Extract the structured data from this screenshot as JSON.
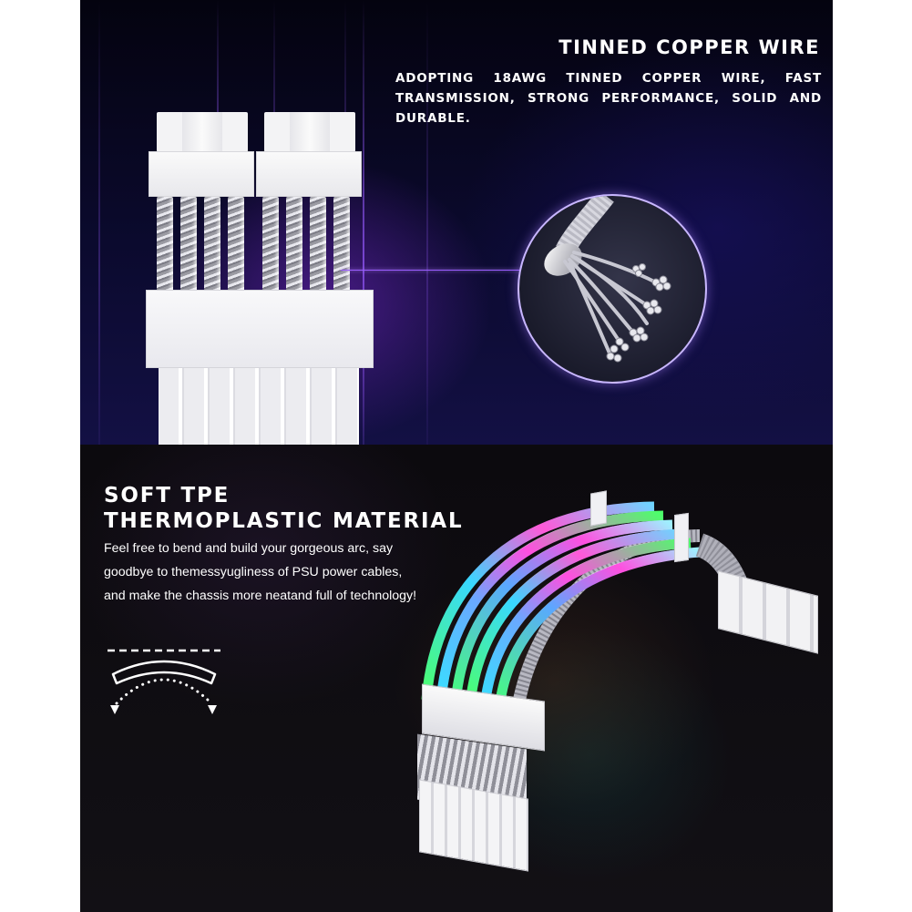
{
  "section_top": {
    "title": "TINNED COPPER WIRE",
    "description": "ADOPTING 18AWG TINNED COPPER WIRE, FAST TRANSMISSION, STRONG PERFORMANCE, SOLID AND DURABLE.",
    "image_subject": "psu-cable-connector-braided-wires",
    "detail_callout": "tinned-copper-strands-closeup",
    "colors": {
      "background": "#0b0a2e",
      "accent_line": "#9a5cff",
      "text": "#ffffff"
    }
  },
  "section_bottom": {
    "heading_line1": "SOFT TPE",
    "heading_line2": "THERMOPLASTIC MATERIAL",
    "body_line1": "Feel free to bend and build your gorgeous arc, say",
    "body_line2": "goodbye to themessyugliness of PSU power cables,",
    "body_line3": "and make the chassis more neatand full of technology!",
    "icon": "bend-arc-icon",
    "image_subject": "rgb-arc-extension-cable",
    "rgb_colors": [
      "#38e0ff",
      "#4cff6a",
      "#ff4fe0",
      "#5aa8ff",
      "#46ff7a",
      "#ff59d8",
      "#6fd4ff"
    ],
    "colors": {
      "background": "#121015",
      "text": "#ffffff"
    }
  }
}
